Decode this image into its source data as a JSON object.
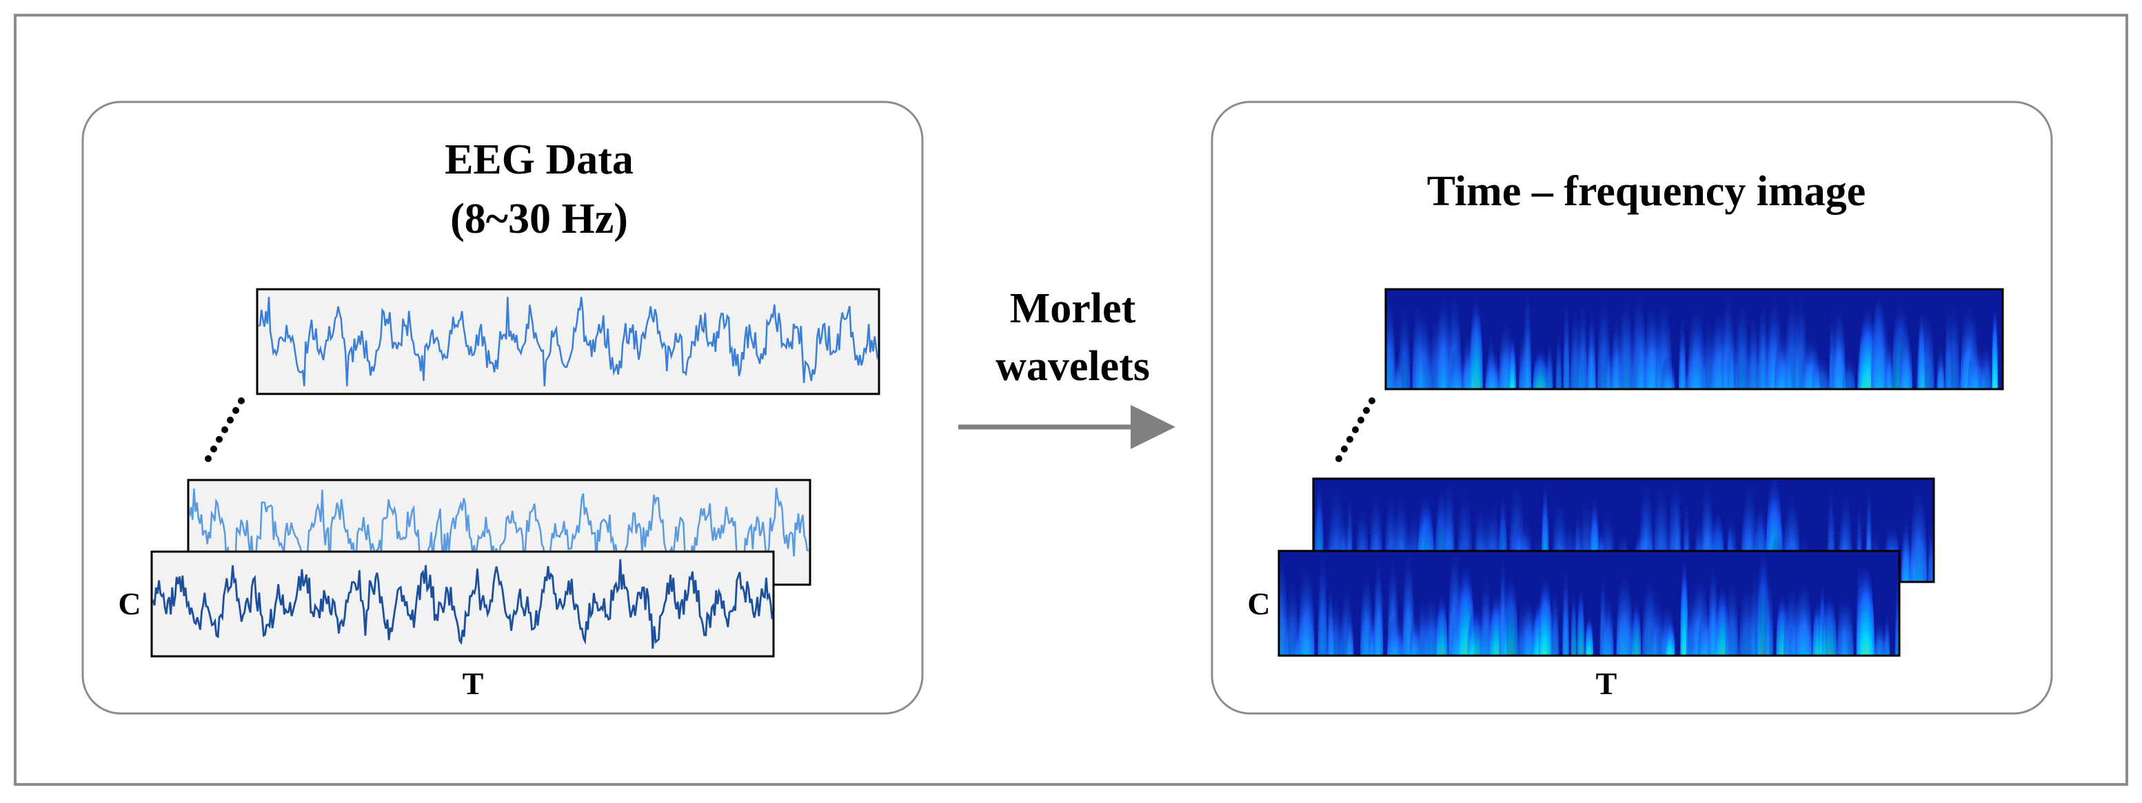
{
  "left_panel": {
    "title_line1": "EEG Data",
    "title_line2": "(8~30 Hz)",
    "axis_channel_label": "C",
    "axis_time_label": "T"
  },
  "arrow": {
    "label_line1": "Morlet",
    "label_line2": "wavelets"
  },
  "right_panel": {
    "title": "Time – frequency image",
    "axis_channel_label": "C",
    "axis_time_label": "T"
  },
  "colors": {
    "signal_top": "#3a7fd5",
    "signal_middle": "#5a9be0",
    "signal_front": "#1c4f9c",
    "panel_fill": "#f2f2f2",
    "spectrogram_background": "#0a1a9a",
    "arrow": "#808080"
  }
}
